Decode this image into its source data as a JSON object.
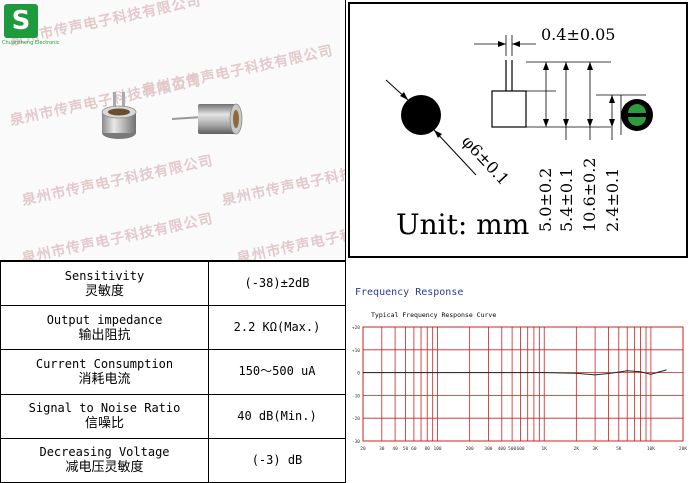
{
  "watermark": "泉州市传声电子科技有限公司",
  "logo": {
    "letter": "S",
    "subtitle": "Chuansheng Electronic"
  },
  "drawing": {
    "unit_label": "Unit: mm",
    "dims": {
      "pin_pitch": "0.4±0.05",
      "diameter": "φ6±0.1",
      "body_height": "5.0±0.2",
      "total_height": "5.4±0.1",
      "pin_length": "10.6±0.2",
      "side_height": "2.4±0.1"
    }
  },
  "specs": [
    {
      "en": "Sensitivity",
      "zh": "灵敏度",
      "value": "(-38)±2dB"
    },
    {
      "en": "Output impedance",
      "zh": "输出阻抗",
      "value": "2.2 KΩ(Max.)"
    },
    {
      "en": "Current Consumption",
      "zh": "消耗电流",
      "value": "150～500 uA"
    },
    {
      "en": "Signal to Noise Ratio",
      "zh": "信噪比",
      "value": "40 dB(Min.)"
    },
    {
      "en": "Decreasing Voltage",
      "zh": "减电压灵敏度",
      "value": "(-3) dB"
    }
  ],
  "frequency": {
    "title": "Frequency Response",
    "subtitle": "Typical Frequency Response Curve",
    "y_ticks": [
      "+20",
      "+10",
      "0",
      "-10",
      "-20",
      "-30"
    ],
    "x_ticks": [
      "20",
      "30",
      "40",
      "50",
      "60",
      "80",
      "100",
      "200",
      "300",
      "400",
      "500",
      "600",
      "1K",
      "2K",
      "3K",
      "5K",
      "10K",
      "20K"
    ],
    "grid_color": "#cc2020",
    "curve": [
      [
        20,
        0
      ],
      [
        100,
        0
      ],
      [
        1000,
        0
      ],
      [
        2000,
        -0.3
      ],
      [
        3000,
        -1
      ],
      [
        4000,
        -0.4
      ],
      [
        5000,
        0.2
      ],
      [
        6000,
        0.8
      ],
      [
        8000,
        0.4
      ],
      [
        10000,
        -0.8
      ],
      [
        12000,
        0.3
      ],
      [
        14000,
        1.2
      ]
    ]
  }
}
